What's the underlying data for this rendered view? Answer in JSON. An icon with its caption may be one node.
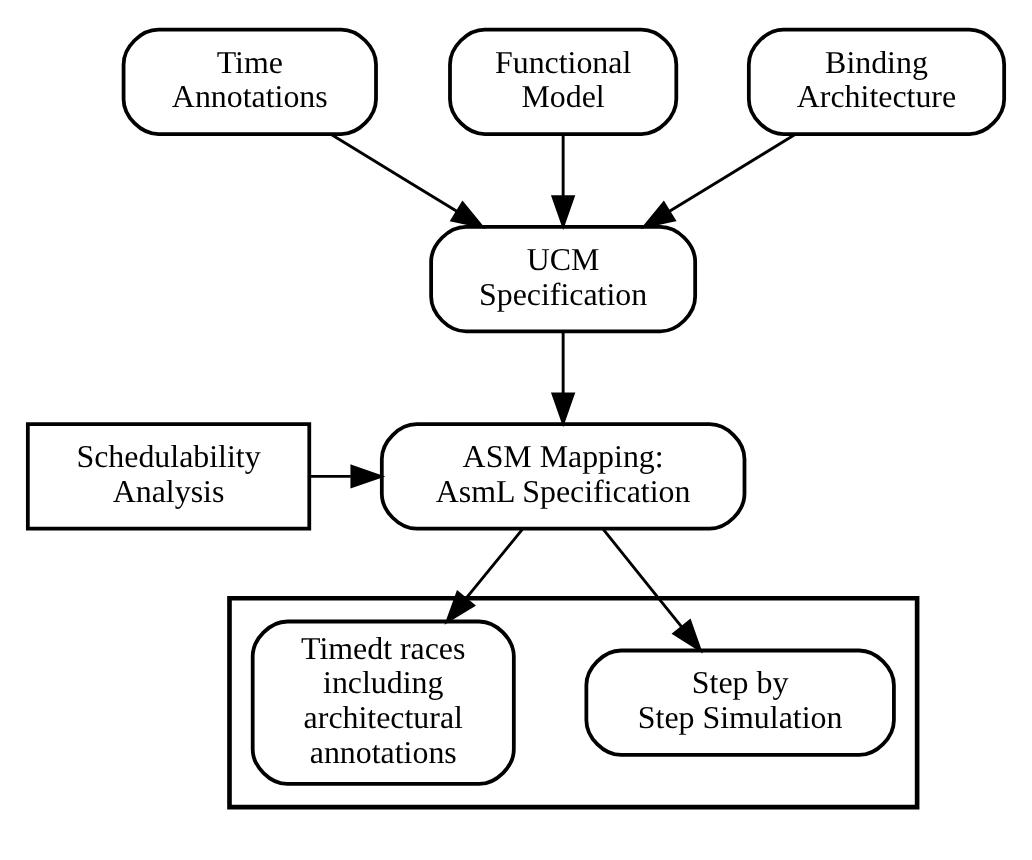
{
  "diagram": {
    "nodes": [
      {
        "text": [
          "Time Annotations"
        ]
      },
      {
        "text": [
          "Functional Model"
        ]
      },
      {
        "text": [
          "Binding Architecture"
        ]
      },
      {
        "text": [
          "UCM Specification"
        ]
      },
      {
        "text": [
          "ASM Mapping: AsmL Specification"
        ]
      },
      {
        "text": [
          "Schedulability Analysis"
        ]
      },
      {
        "text": [],
        "shape": "box"
      },
      {
        "text": [
          "Step by Step Simulation"
        ],
        "in": 6
      },
      {
        "text": [
          "Timedt races including architectural annotations"
        ],
        "in": 6
      }
    ],
    "edges": [
      {
        "from": 0,
        "to": 3,
        "arrow": "to"
      },
      {
        "from": 1,
        "to": 3,
        "arrow": "to"
      },
      {
        "from": 2,
        "to": 3,
        "arrow": "to"
      },
      {
        "from": 3,
        "to": 4,
        "arrow": "to"
      },
      {
        "from": 5,
        "to": 4,
        "arrow": "to"
      },
      {
        "from": 4,
        "to": 7,
        "arrow": "to"
      },
      {
        "from": 4,
        "to": 8,
        "arrow": "to"
      }
    ]
  }
}
